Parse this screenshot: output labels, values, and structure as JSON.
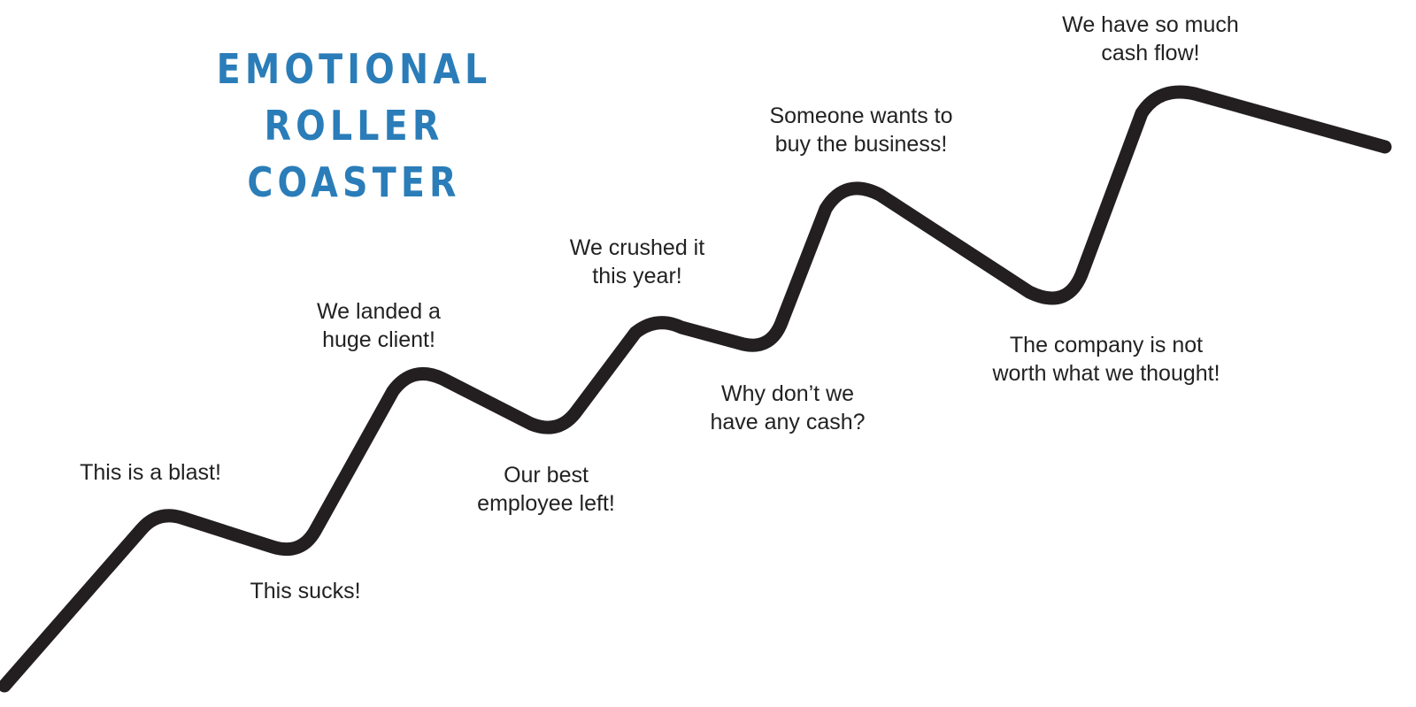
{
  "title": {
    "line1": "EMOTIONAL ROLLER",
    "line2": "COASTER"
  },
  "colors": {
    "title": "#2a7db8",
    "line": "#231f20",
    "text": "#222222"
  },
  "labels": {
    "blast": {
      "line1": "This is a blast!"
    },
    "sucks": {
      "line1": "This sucks!"
    },
    "huge_client": {
      "line1": "We landed a",
      "line2": "huge client!"
    },
    "best_employee": {
      "line1": "Our best",
      "line2": "employee left!"
    },
    "crushed": {
      "line1": "We crushed it",
      "line2": "this year!"
    },
    "cash": {
      "line1": "Why don’t we",
      "line2": "have any cash?"
    },
    "buy": {
      "line1": "Someone wants to",
      "line2": "buy the business!"
    },
    "worth": {
      "line1": "The company is not",
      "line2": "worth what we thought!"
    },
    "cash_flow": {
      "line1": "We have so much",
      "line2": "cash flow!"
    }
  }
}
